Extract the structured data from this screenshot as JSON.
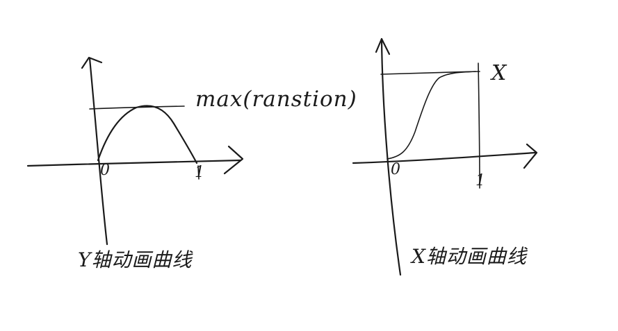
{
  "left_panel": {
    "zero_label": "0",
    "one_label": "1",
    "max_label": "max(ranstion)",
    "caption": "Y轴动画曲线"
  },
  "right_panel": {
    "zero_label": "0",
    "one_label": "1",
    "x_label": "X",
    "caption": "X轴动画曲线"
  }
}
